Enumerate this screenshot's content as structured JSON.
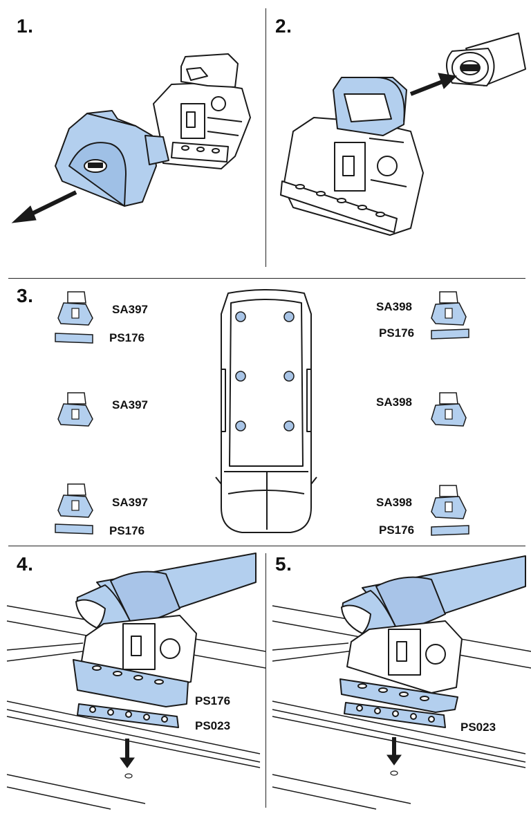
{
  "steps": {
    "s1": "1.",
    "s2": "2.",
    "s3": "3.",
    "s4": "4.",
    "s5": "5."
  },
  "step3": {
    "left_top_foot": "SA397",
    "left_top_pad": "PS176",
    "left_mid_foot": "SA397",
    "left_bot_foot": "SA397",
    "left_bot_pad": "PS176",
    "right_top_foot": "SA398",
    "right_top_pad": "PS176",
    "right_mid_foot": "SA398",
    "right_bot_foot": "SA398",
    "right_bot_pad": "PS176"
  },
  "step4": {
    "pad": "PS176",
    "plate": "PS023"
  },
  "step5": {
    "plate": "PS023"
  },
  "colors": {
    "part_fill": "#b3cfee",
    "line": "#1a1a1a",
    "background": "#ffffff"
  }
}
